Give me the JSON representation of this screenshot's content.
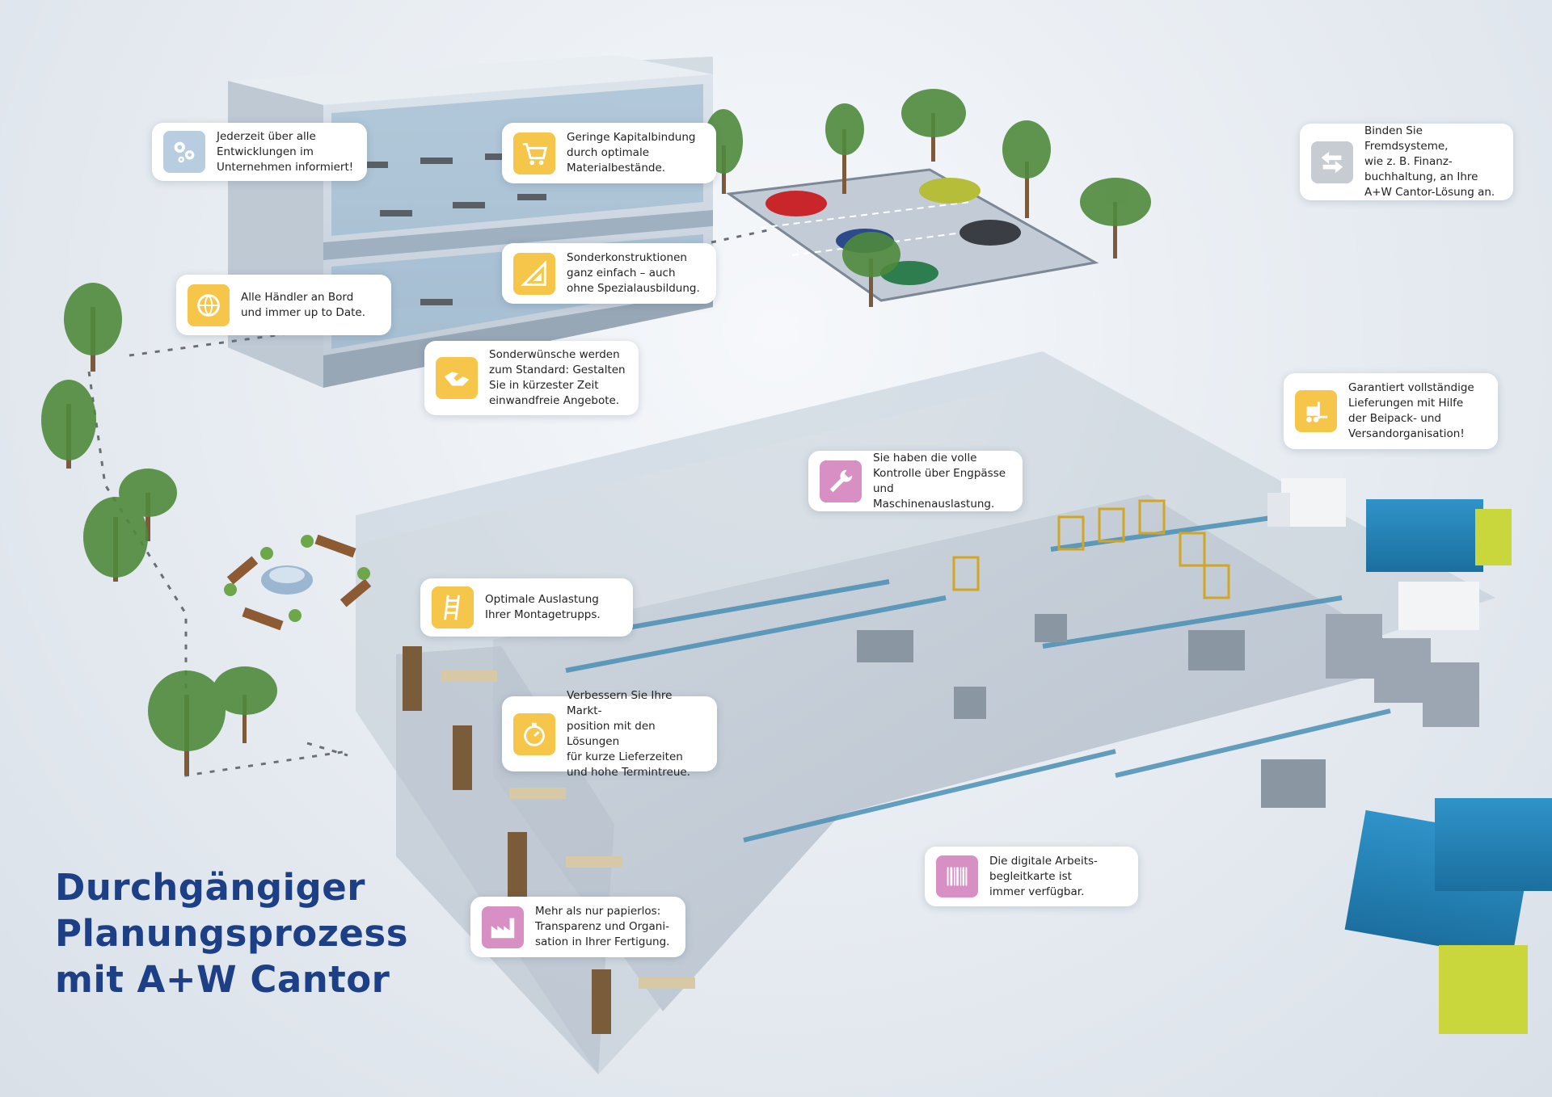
{
  "headline": "Durchgängiger\nPlanungsprozess\nmit A+W Cantor",
  "callouts": [
    {
      "id": "entwicklungen",
      "icon": "gears-icon",
      "color": "blue",
      "text": "Jederzeit über alle\nEntwicklungen im\nUnternehmen informiert!"
    },
    {
      "id": "kapitalbindung",
      "icon": "shopping-cart-icon",
      "color": "yellow",
      "text": "Geringe Kapitalbindung\ndurch optimale\nMaterialbestände."
    },
    {
      "id": "fremdsysteme",
      "icon": "exchange-arrows-icon",
      "color": "grey",
      "text": "Binden Sie Fremdsysteme,\nwie z. B. Finanz-\nbuchhaltung, an Ihre\nA+W Cantor-Lösung an."
    },
    {
      "id": "sonderkonstruktionen",
      "icon": "triangle-ruler-icon",
      "color": "yellow",
      "text": "Sonderkonstruktionen\nganz einfach – auch\nohne Spezialausbildung."
    },
    {
      "id": "haendler",
      "icon": "globe-arrows-icon",
      "color": "yellow",
      "text": "Alle Händler an Bord\nund immer up to Date."
    },
    {
      "id": "sonderwuensche",
      "icon": "handshake-icon",
      "color": "yellow",
      "text": "Sonderwünsche werden\nzum Standard: Gestalten\nSie in kürzester Zeit\neinwandfreie Angebote."
    },
    {
      "id": "lieferungen",
      "icon": "forklift-icon",
      "color": "yellow",
      "text": "Garantiert vollständige\nLieferungen mit Hilfe\nder Beipack- und\nVersandorganisation!"
    },
    {
      "id": "engpaesse",
      "icon": "wrench-icon",
      "color": "pink",
      "text": "Sie haben die volle\nKontrolle über Engpässe\nund Maschinenauslastung."
    },
    {
      "id": "montagetrupps",
      "icon": "ladder-icon",
      "color": "yellow",
      "text": "Optimale Auslastung\nIhrer Montagetrupps."
    },
    {
      "id": "marktposition",
      "icon": "stopwatch-icon",
      "color": "yellow",
      "text": "Verbessern Sie Ihre Markt-\nposition mit den Lösungen\nfür kurze Lieferzeiten\nund hohe Termintreue."
    },
    {
      "id": "arbeitsbegleitkarte",
      "icon": "barcode-icon",
      "color": "pink",
      "text": "Die digitale Arbeits-\nbegleitkarte ist\nimmer verfügbar."
    },
    {
      "id": "papierlos",
      "icon": "factory-icon",
      "color": "pink",
      "text": "Mehr als nur papierlos:\nTransparenz und Organi-\nsation in Ihrer Fertigung."
    }
  ]
}
